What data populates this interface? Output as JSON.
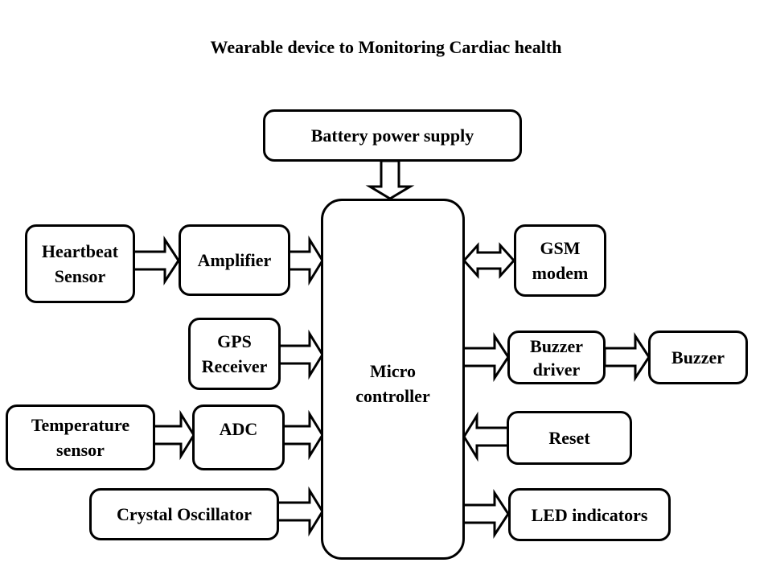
{
  "title": "Wearable device to Monitoring Cardiac health",
  "blocks": {
    "battery": {
      "lines": [
        "Battery power supply"
      ]
    },
    "microcontroller": {
      "lines": [
        "Micro",
        "controller"
      ]
    },
    "heartbeat_sensor": {
      "lines": [
        "Heartbeat",
        "Sensor"
      ]
    },
    "amplifier": {
      "lines": [
        "Amplifier"
      ]
    },
    "gps_receiver": {
      "lines": [
        "GPS",
        "Receiver"
      ]
    },
    "temperature_sensor": {
      "lines": [
        "Temperature",
        "sensor"
      ]
    },
    "adc": {
      "lines": [
        "ADC"
      ]
    },
    "crystal_oscillator": {
      "lines": [
        "Crystal Oscillator"
      ]
    },
    "gsm_modem": {
      "lines": [
        "GSM",
        "modem"
      ]
    },
    "buzzer_driver": {
      "lines": [
        "Buzzer",
        "driver"
      ]
    },
    "buzzer": {
      "lines": [
        "Buzzer"
      ]
    },
    "reset": {
      "lines": [
        "Reset"
      ]
    },
    "led_indicators": {
      "lines": [
        "LED indicators"
      ]
    }
  },
  "connections": [
    {
      "from": "Battery power supply",
      "to": "Micro controller",
      "direction": "down"
    },
    {
      "from": "Heartbeat Sensor",
      "to": "Amplifier",
      "direction": "right"
    },
    {
      "from": "Amplifier",
      "to": "Micro controller",
      "direction": "right"
    },
    {
      "from": "GPS Receiver",
      "to": "Micro controller",
      "direction": "right"
    },
    {
      "from": "Temperature sensor",
      "to": "ADC",
      "direction": "right"
    },
    {
      "from": "ADC",
      "to": "Micro controller",
      "direction": "right"
    },
    {
      "from": "Crystal Oscillator",
      "to": "Micro controller",
      "direction": "right"
    },
    {
      "from": "Micro controller",
      "to": "GSM modem",
      "direction": "bidirectional"
    },
    {
      "from": "Micro controller",
      "to": "Buzzer driver",
      "direction": "right"
    },
    {
      "from": "Buzzer driver",
      "to": "Buzzer",
      "direction": "right"
    },
    {
      "from": "Reset",
      "to": "Micro controller",
      "direction": "left"
    },
    {
      "from": "Micro controller",
      "to": "LED indicators",
      "direction": "right"
    }
  ]
}
